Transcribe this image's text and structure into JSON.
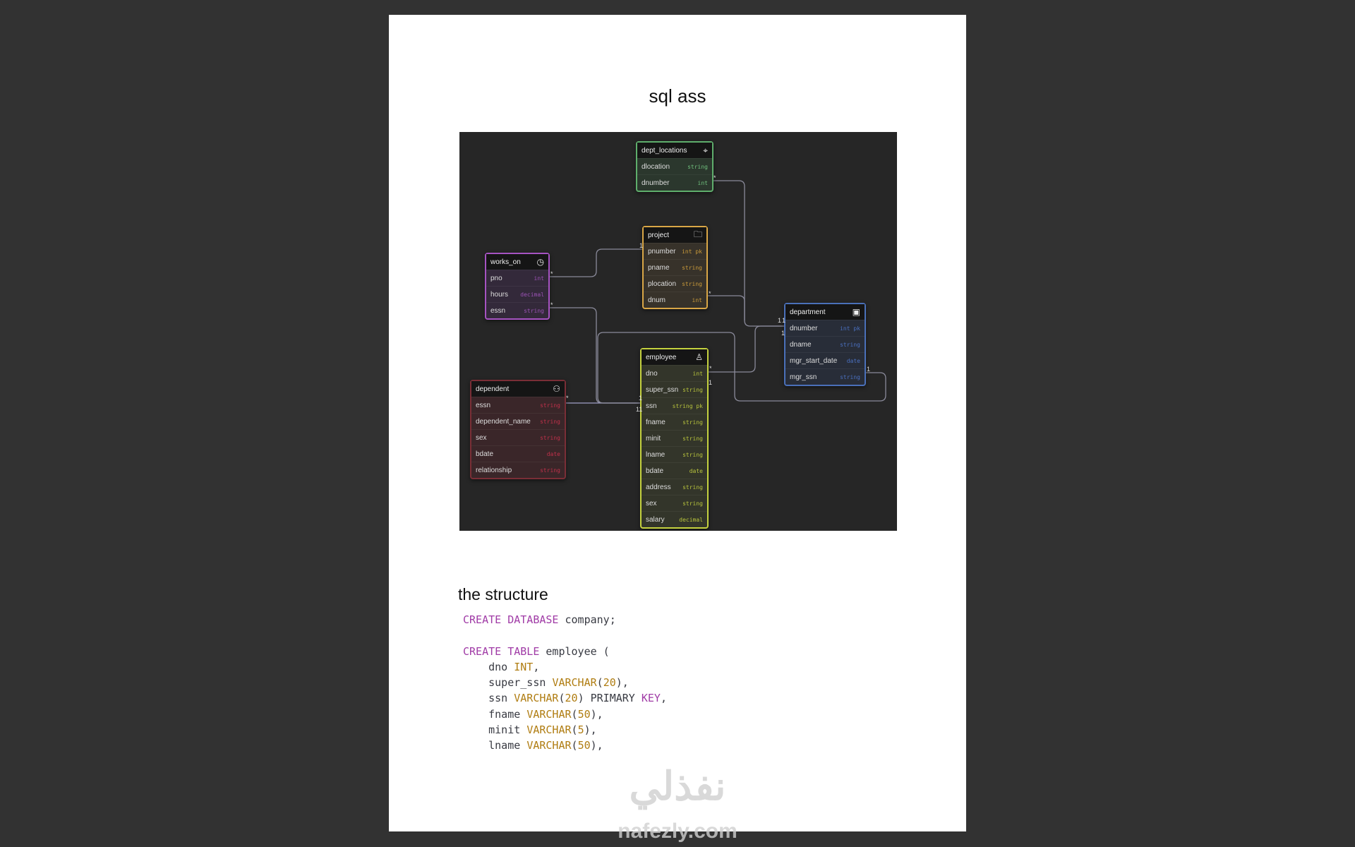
{
  "document": {
    "title": "sql ass",
    "section_heading": "the structure",
    "watermark": {
      "arabic": "نفذلي",
      "latin": "nafezly.com"
    }
  },
  "diagram": {
    "tables": [
      {
        "name": "dept_locations",
        "icon": "map-pin-icon",
        "color": "#5fae6c",
        "bg": "#2b372d",
        "type_color": "#6fbf7c",
        "fields": [
          [
            "dlocation",
            "string"
          ],
          [
            "dnumber",
            "int"
          ]
        ]
      },
      {
        "name": "project",
        "icon": "folder-icon",
        "color": "#d9a646",
        "bg": "#37322a",
        "type_color": "#c99a3a",
        "fields": [
          [
            "pnumber",
            "int pk"
          ],
          [
            "pname",
            "string"
          ],
          [
            "plocation",
            "string"
          ],
          [
            "dnum",
            "int"
          ]
        ]
      },
      {
        "name": "works_on",
        "icon": "clock-icon",
        "color": "#a653c2",
        "bg": "#33293a",
        "type_color": "#9b52b5",
        "fields": [
          [
            "pno",
            "int"
          ],
          [
            "hours",
            "decimal"
          ],
          [
            "essn",
            "string"
          ]
        ]
      },
      {
        "name": "department",
        "icon": "briefcase-icon",
        "color": "#4a70b9",
        "bg": "#282d38",
        "type_color": "#4a70c0",
        "fields": [
          [
            "dnumber",
            "int pk"
          ],
          [
            "dname",
            "string"
          ],
          [
            "mgr_start_date",
            "date"
          ],
          [
            "mgr_ssn",
            "string"
          ]
        ]
      },
      {
        "name": "employee",
        "icon": "user-icon",
        "color": "#c5d23f",
        "bg": "#33352a",
        "type_color": "#b8c43c",
        "fields": [
          [
            "dno",
            "int"
          ],
          [
            "super_ssn",
            "string"
          ],
          [
            "ssn",
            "string pk"
          ],
          [
            "fname",
            "string"
          ],
          [
            "minit",
            "string"
          ],
          [
            "lname",
            "string"
          ],
          [
            "bdate",
            "date"
          ],
          [
            "address",
            "string"
          ],
          [
            "sex",
            "string"
          ],
          [
            "salary",
            "decimal"
          ]
        ]
      },
      {
        "name": "dependent",
        "icon": "users-icon",
        "color": "#7a2e36",
        "bg": "#3a2629",
        "type_color": "#c0304a",
        "fields": [
          [
            "essn",
            "string"
          ],
          [
            "dependent_name",
            "string"
          ],
          [
            "sex",
            "string"
          ],
          [
            "bdate",
            "date"
          ],
          [
            "relationship",
            "string"
          ]
        ]
      }
    ],
    "markers": [
      "*",
      "1",
      "*",
      "*",
      "*",
      "1",
      "1",
      "1",
      "1",
      "*",
      "1",
      "*",
      "1",
      "11"
    ]
  },
  "code": {
    "lines": [
      [
        [
          "kw",
          "CREATE DATABASE"
        ],
        [
          "t",
          " company;"
        ]
      ],
      [],
      [
        [
          "kw",
          "CREATE TABLE"
        ],
        [
          "t",
          " employee ("
        ]
      ],
      [
        [
          "t",
          "    dno "
        ],
        [
          "ty",
          "INT"
        ],
        [
          "t",
          ","
        ]
      ],
      [
        [
          "t",
          "    super_ssn "
        ],
        [
          "ty",
          "VARCHAR"
        ],
        [
          "t",
          "("
        ],
        [
          "ty",
          "20"
        ],
        [
          "t",
          "),"
        ]
      ],
      [
        [
          "t",
          "    ssn "
        ],
        [
          "ty",
          "VARCHAR"
        ],
        [
          "t",
          "("
        ],
        [
          "ty",
          "20"
        ],
        [
          "t",
          ") PRIMARY "
        ],
        [
          "kw",
          "KEY"
        ],
        [
          "t",
          ","
        ]
      ],
      [
        [
          "t",
          "    fname "
        ],
        [
          "ty",
          "VARCHAR"
        ],
        [
          "t",
          "("
        ],
        [
          "ty",
          "50"
        ],
        [
          "t",
          "),"
        ]
      ],
      [
        [
          "t",
          "    minit "
        ],
        [
          "ty",
          "VARCHAR"
        ],
        [
          "t",
          "("
        ],
        [
          "ty",
          "5"
        ],
        [
          "t",
          "),"
        ]
      ],
      [
        [
          "t",
          "    lname "
        ],
        [
          "ty",
          "VARCHAR"
        ],
        [
          "t",
          "("
        ],
        [
          "ty",
          "50"
        ],
        [
          "t",
          "),"
        ]
      ]
    ]
  }
}
